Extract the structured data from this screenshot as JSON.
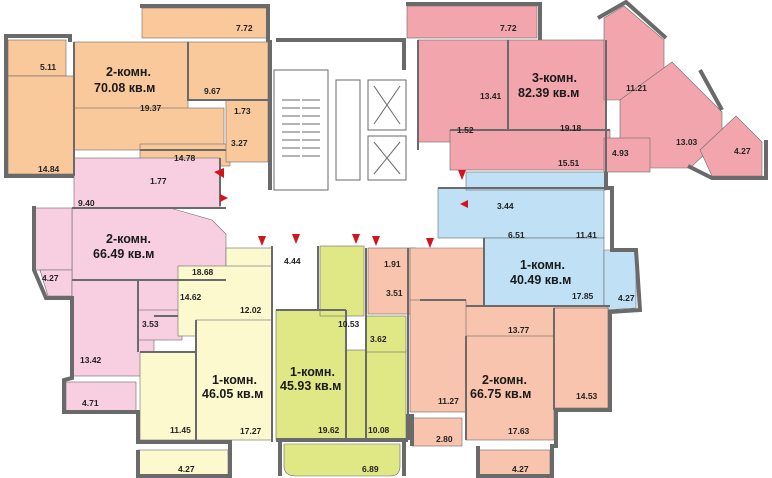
{
  "colors": {
    "orange": "#f9c99b",
    "red": "#f3a5ad",
    "pink": "#f8cfe0",
    "blue": "#bfe0f5",
    "yellow": "#fdf9cf",
    "lime": "#dfe885",
    "salmon": "#f9c4ad",
    "wall": "#6a6a6a",
    "door": "#d4141c"
  },
  "apartments": [
    {
      "id": "apt-2k-70",
      "rooms": "2-комн.",
      "area": "70.08 кв.м",
      "color": "orange"
    },
    {
      "id": "apt-3k-82",
      "rooms": "3-комн.",
      "area": "82.39 кв.м",
      "color": "red"
    },
    {
      "id": "apt-2k-66a",
      "rooms": "2-комн.",
      "area": "66.49 кв.м",
      "color": "pink"
    },
    {
      "id": "apt-1k-40",
      "rooms": "1-комн.",
      "area": "40.49 кв.м",
      "color": "blue"
    },
    {
      "id": "apt-1k-46",
      "rooms": "1-комн.",
      "area": "46.05 кв.м",
      "color": "yellow"
    },
    {
      "id": "apt-1k-45",
      "rooms": "1-комн.",
      "area": "45.93 кв.м",
      "color": "lime"
    },
    {
      "id": "apt-2k-66b",
      "rooms": "2-комн.",
      "area": "66.75 кв.м",
      "color": "salmon"
    }
  ],
  "room_areas": {
    "r_7_72_left": "7.72",
    "r_5_11": "5.11",
    "r_19_37": "19.37",
    "r_9_67": "9.67",
    "r_1_73": "1.73",
    "r_3_27": "3.27",
    "r_14_84": "14.84",
    "r_14_78": "14.78",
    "r_1_77": "1.77",
    "r_7_72_right": "7.72",
    "r_13_41": "13.41",
    "r_1_52": "1.52",
    "r_19_18": "19.18",
    "r_11_21": "11.21",
    "r_13_03": "13.03",
    "r_15_51": "15.51",
    "r_4_93": "4.93",
    "r_4_27_tr": "4.27",
    "r_9_40": "9.40",
    "r_18_68": "18.68",
    "r_4_27_left": "4.27",
    "r_14_62": "14.62",
    "r_3_53": "3.53",
    "r_13_42": "13.42",
    "r_4_71": "4.71",
    "r_3_44": "3.44",
    "r_6_51": "6.51",
    "r_11_41": "11.41",
    "r_17_85": "17.85",
    "r_4_27_right": "4.27",
    "r_12_02": "12.02",
    "r_11_45": "11.45",
    "r_17_27": "17.27",
    "r_4_27_bl": "4.27",
    "r_4_44": "4.44",
    "r_10_53": "10.53",
    "r_3_62": "3.62",
    "r_19_62": "19.62",
    "r_10_08": "10.08",
    "r_6_89": "6.89",
    "r_1_91": "1.91",
    "r_3_51": "3.51",
    "r_13_77": "13.77",
    "r_11_27": "11.27",
    "r_14_53": "14.53",
    "r_2_80": "2.80",
    "r_17_63": "17.63",
    "r_4_27_br": "4.27"
  }
}
